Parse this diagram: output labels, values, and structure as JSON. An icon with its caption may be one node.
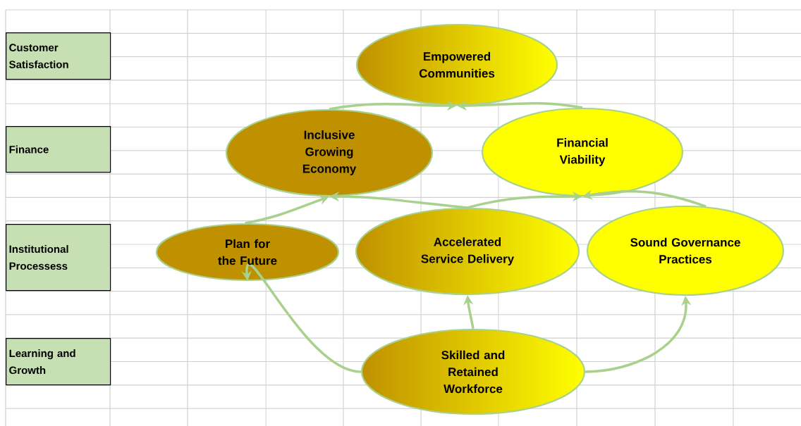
{
  "diagram": {
    "nodes": [
      {
        "text": [
          "Customer Satisfaction"
        ]
      },
      {
        "text": [
          "Finance"
        ]
      },
      {
        "text": [
          "Institutional Processess"
        ]
      },
      {
        "text": [
          "Learning and Growth"
        ]
      },
      {
        "text": [
          "Empowered Communities"
        ]
      },
      {
        "text": [
          "Inclusive Growing Economy"
        ]
      },
      {
        "text": [
          "Financial Viability"
        ]
      },
      {
        "text": [
          "Plan for the Future"
        ]
      },
      {
        "text": [
          "Accelerated Service Delivery"
        ]
      },
      {
        "text": [
          "Sound Governance Practices"
        ]
      },
      {
        "text": [
          "Skilled and Retained Workforce"
        ]
      }
    ],
    "edges": [
      {
        "from": 5,
        "to": 4,
        "arrow": "to"
      },
      {
        "from": 6,
        "to": 4,
        "arrow": "to"
      },
      {
        "from": 7,
        "to": 5,
        "arrow": "to"
      },
      {
        "from": 8,
        "to": 5,
        "arrow": "to"
      },
      {
        "from": 8,
        "to": 6,
        "arrow": "to"
      },
      {
        "from": 9,
        "to": 6,
        "arrow": "to"
      },
      {
        "from": 10,
        "to": 7,
        "arrow": "to"
      },
      {
        "from": 10,
        "to": 8,
        "arrow": "to"
      },
      {
        "from": 10,
        "to": 9,
        "arrow": "to"
      }
    ]
  }
}
